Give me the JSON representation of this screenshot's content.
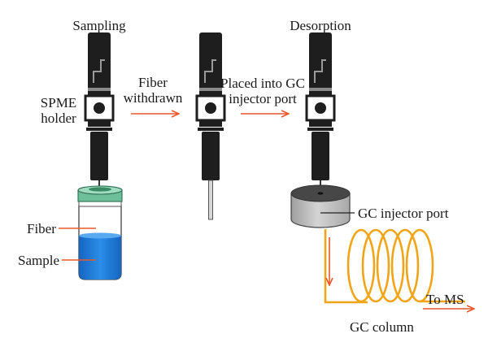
{
  "labels": {
    "sampling": "Sampling",
    "desorption": "Desorption",
    "fiber_withdrawn_1": "Fiber",
    "fiber_withdrawn_2": "withdrawn",
    "placed_1": "Placed into GC",
    "placed_2": "injector port",
    "spme_1": "SPME",
    "spme_2": "holder",
    "fiber": "Fiber",
    "sample": "Sample",
    "gc_injector_port": "GC injector port",
    "gc_column": "GC column",
    "to_ms": "To MS"
  },
  "colors": {
    "arrow": "#e8582a",
    "column": "#f2a418",
    "holder": "#1e1e1e",
    "vial_cap": "#7ec9a6",
    "sample_liquid": "#1c7fd8",
    "injector": "#bdbdbd"
  },
  "icons": {
    "holder": "spme-holder-icon",
    "vial": "sample-vial-icon",
    "injector": "gc-injector-port-icon",
    "column": "gc-column-coil-icon"
  }
}
